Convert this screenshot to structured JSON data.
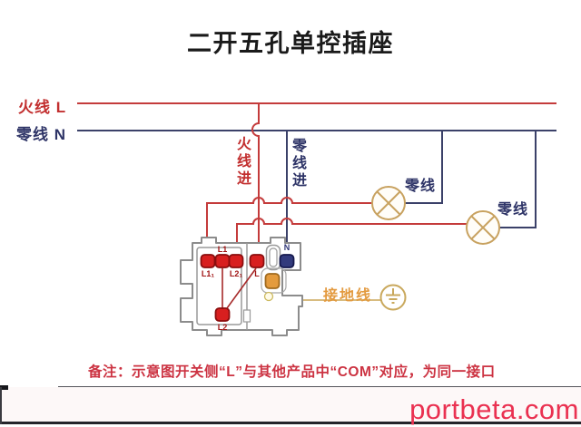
{
  "title": "二开五孔单控插座",
  "left_labels": {
    "live": "火线",
    "live_terminal": "L",
    "neutral": "零线",
    "neutral_terminal": "N"
  },
  "drop_labels": {
    "live_in": "火线进",
    "neutral_in": "零线进"
  },
  "lamp_labels": {
    "lamp1_neutral": "零线",
    "lamp2_neutral": "零线"
  },
  "ground": {
    "label": "接地线"
  },
  "socket": {
    "terminal_labels": {
      "t1": "L1₁",
      "t2": "L1",
      "t3": "L2₁",
      "t4": "L",
      "t5": "N",
      "l2": "L2"
    }
  },
  "note": "备注：示意图开关侧“L”与其他产品中“COM”对应，为同一接口",
  "watermark": "portbeta.com",
  "icons": [
    "lamp-icon",
    "lamp-icon",
    "earth-ground-icon"
  ],
  "colors": {
    "live_wire": "#c43b3b",
    "neutral_wire": "#3b4169",
    "lamp_stroke": "#c8a260",
    "ground_wire": "#d8bc80",
    "ground_text": "#e39a3f",
    "red_terminal": "#d81f1f",
    "navy_terminal": "#323a7c",
    "orange_terminal": "#e49b3d",
    "note_text": "#cc3342",
    "watermark_text": "#ea3151"
  }
}
